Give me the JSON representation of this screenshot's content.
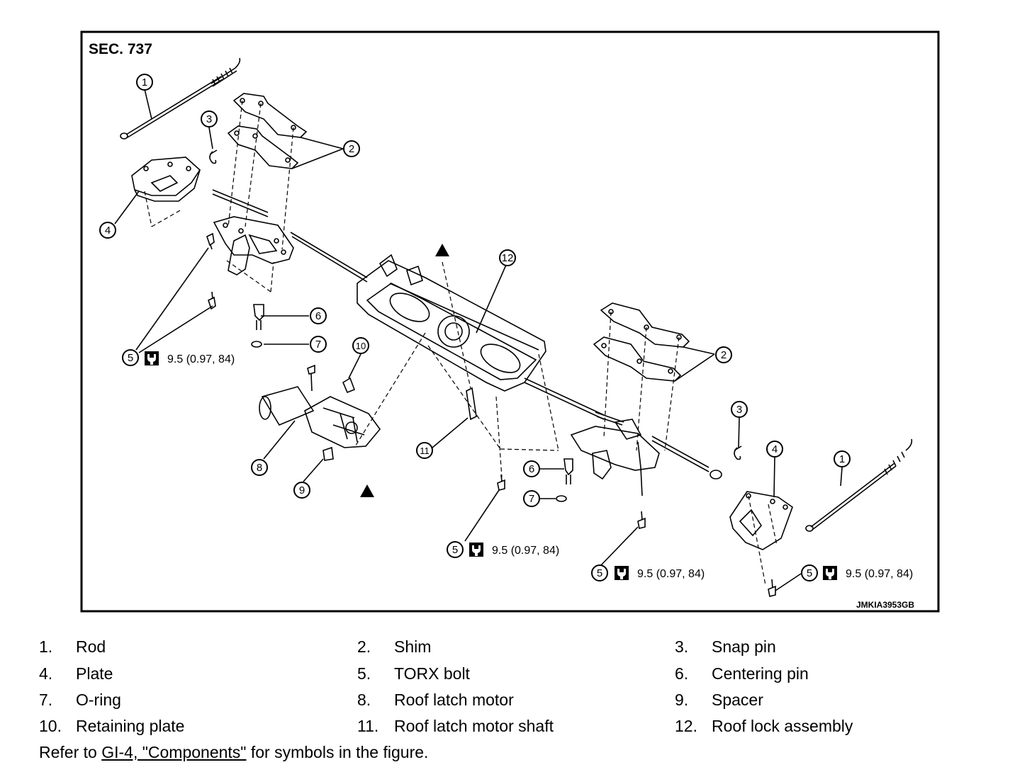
{
  "figure": {
    "section_label": "SEC. 737",
    "figure_id": "JMKIA3953GB",
    "callout_numbers": [
      "1",
      "2",
      "3",
      "4",
      "5",
      "6",
      "7",
      "8",
      "9",
      "10",
      "11",
      "12"
    ],
    "torque_spec": "9.5 (0.97, 84)",
    "torque_icon": "torque-wrench-icon",
    "direction_marker_icon": "triangle-marker-icon"
  },
  "legend": {
    "items": [
      {
        "num": "1.",
        "label": "Rod"
      },
      {
        "num": "2.",
        "label": "Shim"
      },
      {
        "num": "3.",
        "label": "Snap pin"
      },
      {
        "num": "4.",
        "label": "Plate"
      },
      {
        "num": "5.",
        "label": "TORX bolt"
      },
      {
        "num": "6.",
        "label": "Centering pin"
      },
      {
        "num": "7.",
        "label": "O-ring"
      },
      {
        "num": "8.",
        "label": "Roof latch motor"
      },
      {
        "num": "9.",
        "label": "Spacer"
      },
      {
        "num": "10.",
        "label": "Retaining plate"
      },
      {
        "num": "11.",
        "label": "Roof latch motor shaft"
      },
      {
        "num": "12.",
        "label": "Roof lock assembly"
      }
    ]
  },
  "reference": {
    "prefix": "Refer to ",
    "link_text": "GI-4, \"Components\"",
    "suffix": " for symbols in the figure."
  }
}
